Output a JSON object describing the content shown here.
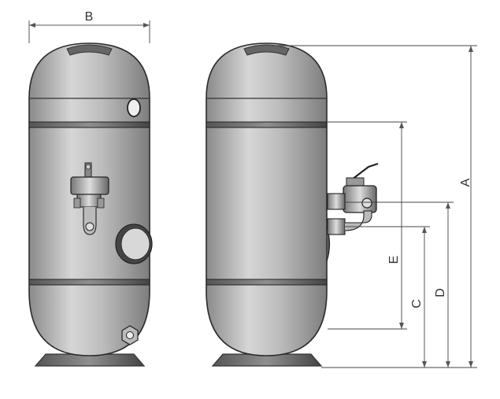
{
  "diagram": {
    "labels": {
      "B": "B",
      "A": "A",
      "E": "E",
      "D": "D",
      "C": "C"
    }
  }
}
